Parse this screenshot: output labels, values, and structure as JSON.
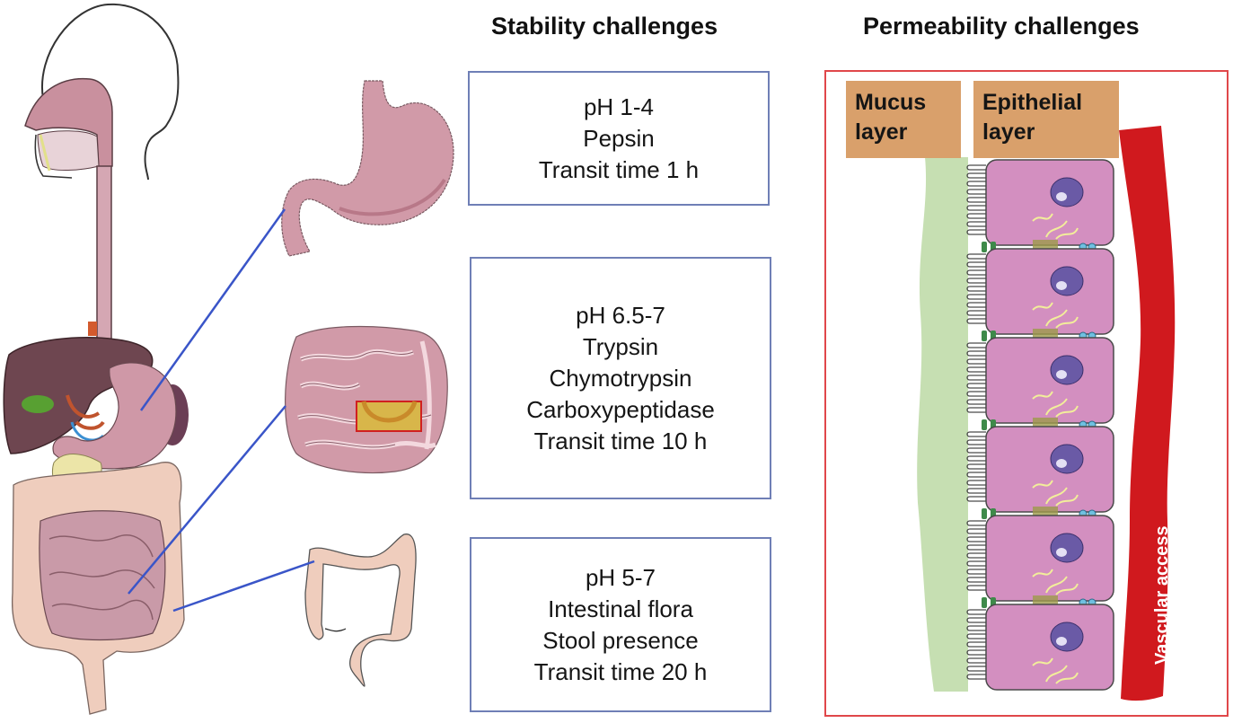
{
  "stability": {
    "title": "Stability challenges",
    "boxes": [
      {
        "region": "stomach",
        "lines": [
          "pH 1-4",
          "Pepsin",
          "Transit time 1 h"
        ]
      },
      {
        "region": "small-intestine",
        "lines": [
          "pH 6.5-7",
          "Trypsin",
          "Chymotrypsin",
          "Carboxypeptidase",
          "Transit time 10 h"
        ]
      },
      {
        "region": "colon",
        "lines": [
          "pH 5-7",
          "Intestinal flora",
          "Stool presence",
          "Transit time 20 h"
        ]
      }
    ]
  },
  "permeability": {
    "title": "Permeability challenges",
    "mucus_label_1": "Mucus",
    "mucus_label_2": "layer",
    "epithelial_label_1": "Epithelial",
    "epithelial_label_2": "layer",
    "vascular_label": "Vascular access"
  },
  "colors": {
    "box_border": "#6f7fb6",
    "connector": "#3a55c8",
    "frame_border": "#e0474a",
    "label_bg": "#d9a06b",
    "mucus": "#bcd9a4",
    "cell": "#d38fc0",
    "nucleus": "#6a5aa6",
    "vessel": "#d0191e",
    "organ_pink": "#cf98a7",
    "colon_tan": "#efcdbd",
    "liver": "#6e4650"
  }
}
